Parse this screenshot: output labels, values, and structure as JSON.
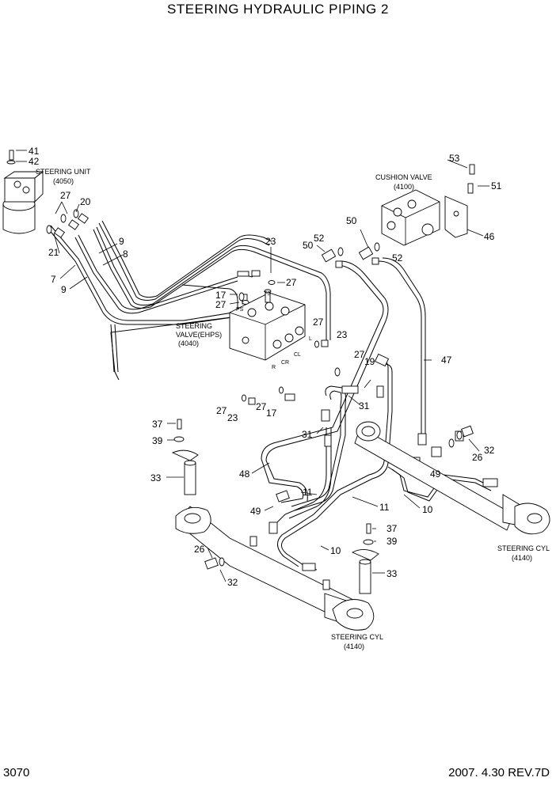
{
  "header": {
    "title": "STEERING HYDRAULIC PIPING 2"
  },
  "footer": {
    "page_number": "3070",
    "revision": "2007. 4.30  REV.7D"
  },
  "components": {
    "steering_unit": {
      "name": "STEERING UNIT",
      "code": "(4050)"
    },
    "cushion_valve": {
      "name": "CUSHION VALVE",
      "code": "(4100)"
    },
    "steering_valve": {
      "name_line1": "STEERING",
      "name_line2": "VALVE(EHPS)",
      "code": "(4040)"
    },
    "steering_cyl_right": {
      "name": "STEERING CYL",
      "code": "(4140)"
    },
    "steering_cyl_left": {
      "name": "STEERING CYL",
      "code": "(4140)"
    }
  },
  "port_labels": {
    "ts": "TS",
    "ps": "PS",
    "l": "L",
    "cr": "CR",
    "cl": "CL",
    "r": "R"
  },
  "callouts": {
    "c41": "41",
    "c42": "42",
    "c27a": "27",
    "c20": "20",
    "c9a": "9",
    "c8": "8",
    "c21": "21",
    "c7": "7",
    "c9b": "9",
    "c23a": "23",
    "c27b": "27",
    "c17a": "17",
    "c27c": "27",
    "c50a": "50",
    "c52a": "52",
    "c50b": "50",
    "c52b": "52",
    "c53": "53",
    "c51": "51",
    "c46": "46",
    "c27d": "27",
    "c23b": "23",
    "c27e": "27",
    "c19": "19",
    "c47": "47",
    "c31a": "31",
    "c31b": "31",
    "c27f": "27",
    "c23c": "23",
    "c27g": "27",
    "c17b": "17",
    "c37a": "37",
    "c39a": "39",
    "c33a": "33",
    "c32a": "32",
    "c26a": "26",
    "c49a": "49",
    "c48": "48",
    "c11a": "11",
    "c11b": "11",
    "c10a": "10",
    "c49b": "49",
    "c37b": "37",
    "c39b": "39",
    "c10b": "10",
    "c26b": "26",
    "c32b": "32",
    "c33b": "33"
  }
}
